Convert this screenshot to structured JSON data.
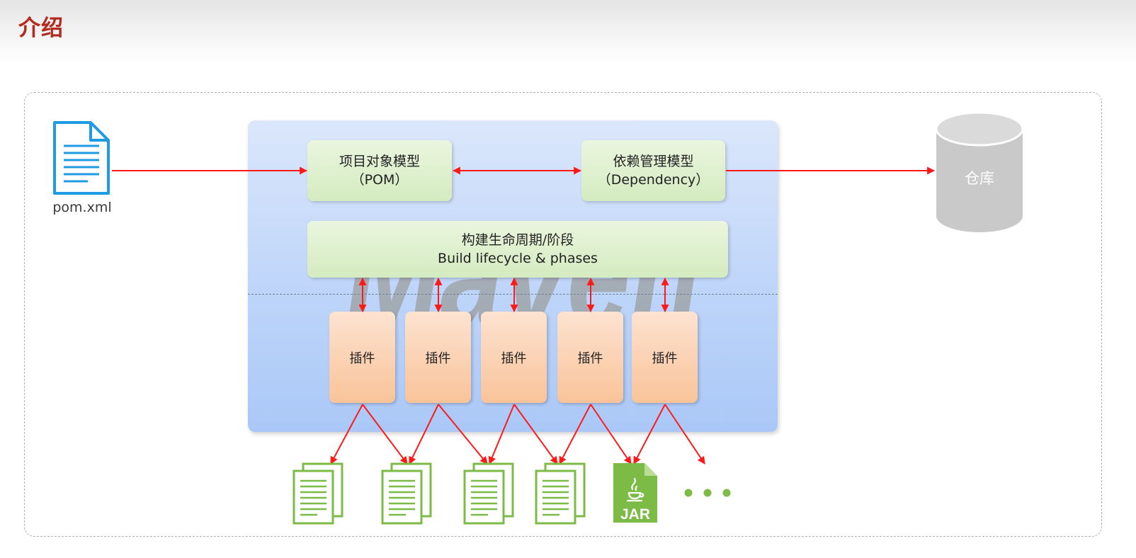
{
  "header": {
    "title": "介绍"
  },
  "watermark": {
    "text": "Maven"
  },
  "pom_file": {
    "label": "pom.xml",
    "icon": "document-icon",
    "color": "#1e9be3"
  },
  "repository": {
    "label": "仓库",
    "icon": "database-cylinder-icon",
    "color": "#c9c9c9"
  },
  "pom_model": {
    "line1": "项目对象模型",
    "line2": "（POM）"
  },
  "dependency_model": {
    "line1": "依赖管理模型",
    "line2": "（Dependency）"
  },
  "lifecycle": {
    "line1": "构建生命周期/阶段",
    "line2": "Build lifecycle & phases"
  },
  "plugins": [
    {
      "label": "插件"
    },
    {
      "label": "插件"
    },
    {
      "label": "插件"
    },
    {
      "label": "插件"
    },
    {
      "label": "插件"
    }
  ],
  "outputs": [
    {
      "icon": "documents-icon"
    },
    {
      "icon": "documents-icon"
    },
    {
      "icon": "documents-icon"
    },
    {
      "icon": "documents-icon"
    },
    {
      "icon": "jar-file-icon",
      "badge": "JAR"
    },
    {
      "icon": "ellipsis-icon"
    }
  ],
  "colors": {
    "title": "#b22a1e",
    "arrow": "#ff1a1a",
    "panel": "#c3d8fa",
    "model_box": "#dcefcc",
    "plugin_box": "#f9c399",
    "output_icon": "#7dbb47"
  }
}
